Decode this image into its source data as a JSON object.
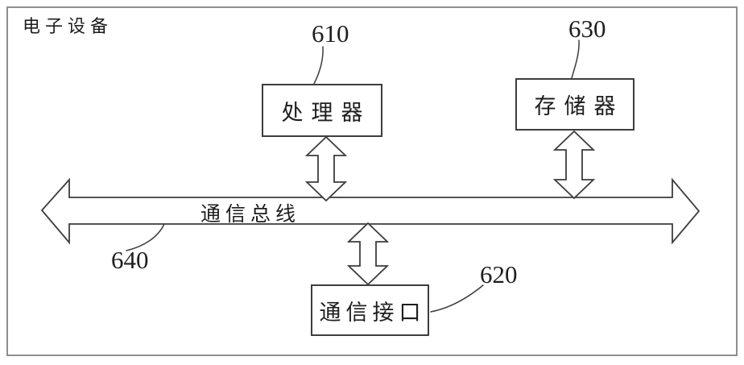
{
  "device": {
    "title": "电子设备"
  },
  "blocks": {
    "processor": {
      "label": "处理器",
      "ref": "610"
    },
    "memory": {
      "label": "存储器",
      "ref": "630"
    },
    "comm_interface": {
      "label": "通信接口",
      "ref": "620"
    }
  },
  "bus": {
    "label": "通信总线",
    "ref": "640"
  },
  "colors": {
    "line": "#3d3d3d",
    "frame_border": "#8f8f8f",
    "text": "#1e1e1e",
    "background": "#ffffff"
  }
}
